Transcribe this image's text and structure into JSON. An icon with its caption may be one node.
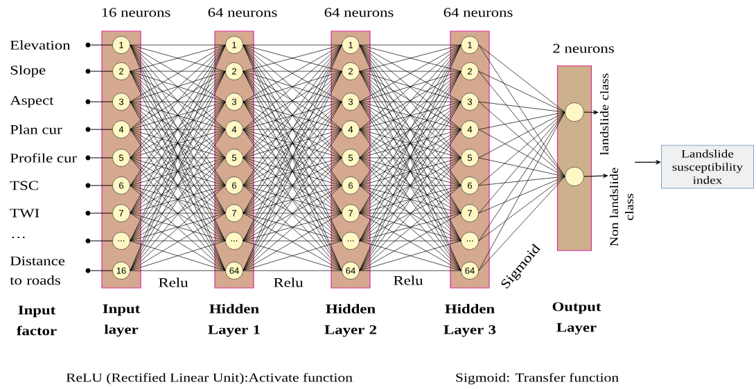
{
  "diagram": {
    "nodes": [
      {
        "text": [],
        "shape": "bar",
        "beside": [
          "16 neurons",
          "Input layer"
        ]
      },
      {
        "text": [
          "1"
        ],
        "in": 0
      },
      {
        "text": [
          "2"
        ],
        "in": 0
      },
      {
        "text": [
          "3"
        ],
        "in": 0
      },
      {
        "text": [
          "4"
        ],
        "in": 0
      },
      {
        "text": [
          "5"
        ],
        "in": 0
      },
      {
        "text": [
          "6"
        ],
        "in": 0
      },
      {
        "text": [
          "7"
        ],
        "in": 0
      },
      {
        "text": [
          "..."
        ],
        "in": 0
      },
      {
        "text": [
          "16"
        ],
        "in": 0
      },
      {
        "text": [],
        "shape": "bar",
        "beside": [
          "64 neurons",
          "Hidden Layer 1"
        ]
      },
      {
        "text": [
          "1"
        ],
        "in": 10
      },
      {
        "text": [
          "2"
        ],
        "in": 10
      },
      {
        "text": [
          "3"
        ],
        "in": 10
      },
      {
        "text": [
          "4"
        ],
        "in": 10
      },
      {
        "text": [
          "5"
        ],
        "in": 10
      },
      {
        "text": [
          "6"
        ],
        "in": 10
      },
      {
        "text": [
          "7"
        ],
        "in": 10
      },
      {
        "text": [
          "..."
        ],
        "in": 10
      },
      {
        "text": [
          "64"
        ],
        "in": 10
      },
      {
        "text": [],
        "shape": "bar",
        "beside": [
          "64 neurons",
          "Hidden Layer 2"
        ]
      },
      {
        "text": [
          "1"
        ],
        "in": 20
      },
      {
        "text": [
          "2"
        ],
        "in": 20
      },
      {
        "text": [
          "3"
        ],
        "in": 20
      },
      {
        "text": [
          "4"
        ],
        "in": 20
      },
      {
        "text": [
          "5"
        ],
        "in": 20
      },
      {
        "text": [
          "6"
        ],
        "in": 20
      },
      {
        "text": [
          "7"
        ],
        "in": 20
      },
      {
        "text": [
          "..."
        ],
        "in": 20
      },
      {
        "text": [
          "64"
        ],
        "in": 20
      },
      {
        "text": [],
        "shape": "bar",
        "beside": [
          "64 neurons",
          "Hidden Layer 3"
        ]
      },
      {
        "text": [
          "1"
        ],
        "in": 30
      },
      {
        "text": [
          "2"
        ],
        "in": 30
      },
      {
        "text": [
          "3"
        ],
        "in": 30
      },
      {
        "text": [
          "4"
        ],
        "in": 30
      },
      {
        "text": [
          "5"
        ],
        "in": 30
      },
      {
        "text": [
          "6"
        ],
        "in": 30
      },
      {
        "text": [
          "7"
        ],
        "in": 30
      },
      {
        "text": [
          "..."
        ],
        "in": 30
      },
      {
        "text": [
          "64"
        ],
        "in": 30
      },
      {
        "text": [],
        "shape": "bar",
        "beside": [
          "2 neurons",
          "Output Layer"
        ]
      },
      {
        "text": [],
        "shape": "circle",
        "in": 40
      },
      {
        "text": [],
        "shape": "circle",
        "in": 40
      },
      {
        "text": [],
        "shape": "dot",
        "beside": [
          "Elevation"
        ]
      },
      {
        "text": [],
        "shape": "dot",
        "beside": [
          "Slope"
        ]
      },
      {
        "text": [],
        "shape": "dot",
        "beside": [
          "Aspect"
        ]
      },
      {
        "text": [],
        "shape": "dot",
        "beside": [
          "Plan cur"
        ]
      },
      {
        "text": [],
        "shape": "dot",
        "beside": [
          "Profile cur"
        ]
      },
      {
        "text": [],
        "shape": "dot",
        "beside": [
          "TSC"
        ]
      },
      {
        "text": [],
        "shape": "dot",
        "beside": [
          "TWI"
        ]
      },
      {
        "text": [],
        "shape": "dot"
      },
      {
        "text": [],
        "shape": "dot",
        "beside": [
          "Distance to roads"
        ]
      },
      {
        "text": [
          "landslide class"
        ]
      },
      {
        "text": [
          "Non landslide class"
        ]
      },
      {
        "text": [
          "Landslide susceptibility index"
        ]
      }
    ],
    "edges": [
      {
        "from": 43,
        "to": 1,
        "arrow": "none"
      },
      {
        "from": 44,
        "to": 2,
        "arrow": "none"
      },
      {
        "from": 45,
        "to": 3,
        "arrow": "none"
      },
      {
        "from": 46,
        "to": 4,
        "arrow": "none"
      },
      {
        "from": 47,
        "to": 5,
        "arrow": "none"
      },
      {
        "from": 48,
        "to": 6,
        "arrow": "none"
      },
      {
        "from": 49,
        "to": 7,
        "arrow": "none"
      },
      {
        "from": 50,
        "to": 8,
        "arrow": "none"
      },
      {
        "from": 51,
        "to": 9,
        "arrow": "none"
      },
      {
        "from": 1,
        "to": 11,
        "arrow": "none"
      },
      {
        "from": 1,
        "to": 12,
        "arrow": "none"
      },
      {
        "from": 1,
        "to": 13,
        "arrow": "none"
      },
      {
        "from": 1,
        "to": 14,
        "arrow": "none"
      },
      {
        "from": 1,
        "to": 15,
        "arrow": "none"
      },
      {
        "from": 1,
        "to": 16,
        "arrow": "none"
      },
      {
        "from": 1,
        "to": 17,
        "arrow": "none"
      },
      {
        "from": 1,
        "to": 18,
        "arrow": "none"
      },
      {
        "from": 1,
        "to": 19,
        "arrow": "none"
      },
      {
        "from": 2,
        "to": 11,
        "arrow": "none"
      },
      {
        "from": 2,
        "to": 12,
        "arrow": "none"
      },
      {
        "from": 2,
        "to": 13,
        "arrow": "none"
      },
      {
        "from": 2,
        "to": 14,
        "arrow": "none"
      },
      {
        "from": 2,
        "to": 15,
        "arrow": "none"
      },
      {
        "from": 2,
        "to": 16,
        "arrow": "none"
      },
      {
        "from": 2,
        "to": 17,
        "arrow": "none"
      },
      {
        "from": 2,
        "to": 18,
        "arrow": "none"
      },
      {
        "from": 2,
        "to": 19,
        "arrow": "none"
      },
      {
        "from": 3,
        "to": 11,
        "arrow": "none"
      },
      {
        "from": 3,
        "to": 12,
        "arrow": "none"
      },
      {
        "from": 3,
        "to": 13,
        "arrow": "none"
      },
      {
        "from": 3,
        "to": 14,
        "arrow": "none"
      },
      {
        "from": 3,
        "to": 15,
        "arrow": "none"
      },
      {
        "from": 3,
        "to": 16,
        "arrow": "none"
      },
      {
        "from": 3,
        "to": 17,
        "arrow": "none"
      },
      {
        "from": 3,
        "to": 18,
        "arrow": "none"
      },
      {
        "from": 3,
        "to": 19,
        "arrow": "none"
      },
      {
        "from": 4,
        "to": 11,
        "arrow": "none"
      },
      {
        "from": 4,
        "to": 12,
        "arrow": "none"
      },
      {
        "from": 4,
        "to": 13,
        "arrow": "none"
      },
      {
        "from": 4,
        "to": 14,
        "arrow": "none"
      },
      {
        "from": 4,
        "to": 15,
        "arrow": "none"
      },
      {
        "from": 4,
        "to": 16,
        "arrow": "none"
      },
      {
        "from": 4,
        "to": 17,
        "arrow": "none"
      },
      {
        "from": 4,
        "to": 18,
        "arrow": "none"
      },
      {
        "from": 4,
        "to": 19,
        "arrow": "none"
      },
      {
        "from": 5,
        "to": 11,
        "arrow": "none"
      },
      {
        "from": 5,
        "to": 12,
        "arrow": "none"
      },
      {
        "from": 5,
        "to": 13,
        "arrow": "none"
      },
      {
        "from": 5,
        "to": 14,
        "arrow": "none"
      },
      {
        "from": 5,
        "to": 15,
        "arrow": "none"
      },
      {
        "from": 5,
        "to": 16,
        "arrow": "none"
      },
      {
        "from": 5,
        "to": 17,
        "arrow": "none"
      },
      {
        "from": 5,
        "to": 18,
        "arrow": "none"
      },
      {
        "from": 5,
        "to": 19,
        "arrow": "none"
      },
      {
        "from": 6,
        "to": 11,
        "arrow": "none"
      },
      {
        "from": 6,
        "to": 12,
        "arrow": "none"
      },
      {
        "from": 6,
        "to": 13,
        "arrow": "none"
      },
      {
        "from": 6,
        "to": 14,
        "arrow": "none"
      },
      {
        "from": 6,
        "to": 15,
        "arrow": "none"
      },
      {
        "from": 6,
        "to": 16,
        "arrow": "none"
      },
      {
        "from": 6,
        "to": 17,
        "arrow": "none"
      },
      {
        "from": 6,
        "to": 18,
        "arrow": "none"
      },
      {
        "from": 6,
        "to": 19,
        "arrow": "none"
      },
      {
        "from": 7,
        "to": 11,
        "arrow": "none"
      },
      {
        "from": 7,
        "to": 12,
        "arrow": "none"
      },
      {
        "from": 7,
        "to": 13,
        "arrow": "none"
      },
      {
        "from": 7,
        "to": 14,
        "arrow": "none"
      },
      {
        "from": 7,
        "to": 15,
        "arrow": "none"
      },
      {
        "from": 7,
        "to": 16,
        "arrow": "none"
      },
      {
        "from": 7,
        "to": 17,
        "arrow": "none"
      },
      {
        "from": 7,
        "to": 18,
        "arrow": "none"
      },
      {
        "from": 7,
        "to": 19,
        "arrow": "none"
      },
      {
        "from": 8,
        "to": 11,
        "arrow": "none"
      },
      {
        "from": 8,
        "to": 12,
        "arrow": "none"
      },
      {
        "from": 8,
        "to": 13,
        "arrow": "none"
      },
      {
        "from": 8,
        "to": 14,
        "arrow": "none"
      },
      {
        "from": 8,
        "to": 15,
        "arrow": "none"
      },
      {
        "from": 8,
        "to": 16,
        "arrow": "none"
      },
      {
        "from": 8,
        "to": 17,
        "arrow": "none"
      },
      {
        "from": 8,
        "to": 18,
        "arrow": "none"
      },
      {
        "from": 8,
        "to": 19,
        "arrow": "none"
      },
      {
        "from": 9,
        "to": 11,
        "arrow": "none"
      },
      {
        "from": 9,
        "to": 12,
        "arrow": "none"
      },
      {
        "from": 9,
        "to": 13,
        "arrow": "none"
      },
      {
        "from": 9,
        "to": 14,
        "arrow": "none"
      },
      {
        "from": 9,
        "to": 15,
        "arrow": "none"
      },
      {
        "from": 9,
        "to": 16,
        "arrow": "none"
      },
      {
        "from": 9,
        "to": 17,
        "arrow": "none"
      },
      {
        "from": 9,
        "to": 18,
        "arrow": "none"
      },
      {
        "from": 9,
        "to": 19,
        "arrow": "none"
      },
      {
        "from": 11,
        "to": 21,
        "arrow": "none"
      },
      {
        "from": 11,
        "to": 22,
        "arrow": "none"
      },
      {
        "from": 11,
        "to": 23,
        "arrow": "none"
      },
      {
        "from": 11,
        "to": 24,
        "arrow": "none"
      },
      {
        "from": 11,
        "to": 25,
        "arrow": "none"
      },
      {
        "from": 11,
        "to": 26,
        "arrow": "none"
      },
      {
        "from": 11,
        "to": 27,
        "arrow": "none"
      },
      {
        "from": 11,
        "to": 28,
        "arrow": "none"
      },
      {
        "from": 11,
        "to": 29,
        "arrow": "none"
      },
      {
        "from": 12,
        "to": 21,
        "arrow": "none"
      },
      {
        "from": 12,
        "to": 22,
        "arrow": "none"
      },
      {
        "from": 12,
        "to": 23,
        "arrow": "none"
      },
      {
        "from": 12,
        "to": 24,
        "arrow": "none"
      },
      {
        "from": 12,
        "to": 25,
        "arrow": "none"
      },
      {
        "from": 12,
        "to": 26,
        "arrow": "none"
      },
      {
        "from": 12,
        "to": 27,
        "arrow": "none"
      },
      {
        "from": 12,
        "to": 28,
        "arrow": "none"
      },
      {
        "from": 12,
        "to": 29,
        "arrow": "none"
      },
      {
        "from": 13,
        "to": 21,
        "arrow": "none"
      },
      {
        "from": 13,
        "to": 22,
        "arrow": "none"
      },
      {
        "from": 13,
        "to": 23,
        "arrow": "none"
      },
      {
        "from": 13,
        "to": 24,
        "arrow": "none"
      },
      {
        "from": 13,
        "to": 25,
        "arrow": "none"
      },
      {
        "from": 13,
        "to": 26,
        "arrow": "none"
      },
      {
        "from": 13,
        "to": 27,
        "arrow": "none"
      },
      {
        "from": 13,
        "to": 28,
        "arrow": "none"
      },
      {
        "from": 13,
        "to": 29,
        "arrow": "none"
      },
      {
        "from": 14,
        "to": 21,
        "arrow": "none"
      },
      {
        "from": 14,
        "to": 22,
        "arrow": "none"
      },
      {
        "from": 14,
        "to": 23,
        "arrow": "none"
      },
      {
        "from": 14,
        "to": 24,
        "arrow": "none"
      },
      {
        "from": 14,
        "to": 25,
        "arrow": "none"
      },
      {
        "from": 14,
        "to": 26,
        "arrow": "none"
      },
      {
        "from": 14,
        "to": 27,
        "arrow": "none"
      },
      {
        "from": 14,
        "to": 28,
        "arrow": "none"
      },
      {
        "from": 14,
        "to": 29,
        "arrow": "none"
      },
      {
        "from": 15,
        "to": 21,
        "arrow": "none"
      },
      {
        "from": 15,
        "to": 22,
        "arrow": "none"
      },
      {
        "from": 15,
        "to": 23,
        "arrow": "none"
      },
      {
        "from": 15,
        "to": 24,
        "arrow": "none"
      },
      {
        "from": 15,
        "to": 25,
        "arrow": "none"
      },
      {
        "from": 15,
        "to": 26,
        "arrow": "none"
      },
      {
        "from": 15,
        "to": 27,
        "arrow": "none"
      },
      {
        "from": 15,
        "to": 28,
        "arrow": "none"
      },
      {
        "from": 15,
        "to": 29,
        "arrow": "none"
      },
      {
        "from": 16,
        "to": 21,
        "arrow": "none"
      },
      {
        "from": 16,
        "to": 22,
        "arrow": "none"
      },
      {
        "from": 16,
        "to": 23,
        "arrow": "none"
      },
      {
        "from": 16,
        "to": 24,
        "arrow": "none"
      },
      {
        "from": 16,
        "to": 25,
        "arrow": "none"
      },
      {
        "from": 16,
        "to": 26,
        "arrow": "none"
      },
      {
        "from": 16,
        "to": 27,
        "arrow": "none"
      },
      {
        "from": 16,
        "to": 28,
        "arrow": "none"
      },
      {
        "from": 16,
        "to": 29,
        "arrow": "none"
      },
      {
        "from": 17,
        "to": 21,
        "arrow": "none"
      },
      {
        "from": 17,
        "to": 22,
        "arrow": "none"
      },
      {
        "from": 17,
        "to": 23,
        "arrow": "none"
      },
      {
        "from": 17,
        "to": 24,
        "arrow": "none"
      },
      {
        "from": 17,
        "to": 25,
        "arrow": "none"
      },
      {
        "from": 17,
        "to": 26,
        "arrow": "none"
      },
      {
        "from": 17,
        "to": 27,
        "arrow": "none"
      },
      {
        "from": 17,
        "to": 28,
        "arrow": "none"
      },
      {
        "from": 17,
        "to": 29,
        "arrow": "none"
      },
      {
        "from": 18,
        "to": 21,
        "arrow": "none"
      },
      {
        "from": 18,
        "to": 22,
        "arrow": "none"
      },
      {
        "from": 18,
        "to": 23,
        "arrow": "none"
      },
      {
        "from": 18,
        "to": 24,
        "arrow": "none"
      },
      {
        "from": 18,
        "to": 25,
        "arrow": "none"
      },
      {
        "from": 18,
        "to": 26,
        "arrow": "none"
      },
      {
        "from": 18,
        "to": 27,
        "arrow": "none"
      },
      {
        "from": 18,
        "to": 28,
        "arrow": "none"
      },
      {
        "from": 18,
        "to": 29,
        "arrow": "none"
      },
      {
        "from": 19,
        "to": 21,
        "arrow": "none"
      },
      {
        "from": 19,
        "to": 22,
        "arrow": "none"
      },
      {
        "from": 19,
        "to": 23,
        "arrow": "none"
      },
      {
        "from": 19,
        "to": 24,
        "arrow": "none"
      },
      {
        "from": 19,
        "to": 25,
        "arrow": "none"
      },
      {
        "from": 19,
        "to": 26,
        "arrow": "none"
      },
      {
        "from": 19,
        "to": 27,
        "arrow": "none"
      },
      {
        "from": 19,
        "to": 28,
        "arrow": "none"
      },
      {
        "from": 19,
        "to": 29,
        "arrow": "none"
      },
      {
        "from": 21,
        "to": 31,
        "arrow": "none"
      },
      {
        "from": 21,
        "to": 32,
        "arrow": "none"
      },
      {
        "from": 21,
        "to": 33,
        "arrow": "none"
      },
      {
        "from": 21,
        "to": 34,
        "arrow": "none"
      },
      {
        "from": 21,
        "to": 35,
        "arrow": "none"
      },
      {
        "from": 21,
        "to": 36,
        "arrow": "none"
      },
      {
        "from": 21,
        "to": 37,
        "arrow": "none"
      },
      {
        "from": 21,
        "to": 38,
        "arrow": "none"
      },
      {
        "from": 21,
        "to": 39,
        "arrow": "none"
      },
      {
        "from": 22,
        "to": 31,
        "arrow": "none"
      },
      {
        "from": 22,
        "to": 32,
        "arrow": "none"
      },
      {
        "from": 22,
        "to": 33,
        "arrow": "none"
      },
      {
        "from": 22,
        "to": 34,
        "arrow": "none"
      },
      {
        "from": 22,
        "to": 35,
        "arrow": "none"
      },
      {
        "from": 22,
        "to": 36,
        "arrow": "none"
      },
      {
        "from": 22,
        "to": 37,
        "arrow": "none"
      },
      {
        "from": 22,
        "to": 38,
        "arrow": "none"
      },
      {
        "from": 22,
        "to": 39,
        "arrow": "none"
      },
      {
        "from": 23,
        "to": 31,
        "arrow": "none"
      },
      {
        "from": 23,
        "to": 32,
        "arrow": "none"
      },
      {
        "from": 23,
        "to": 33,
        "arrow": "none"
      },
      {
        "from": 23,
        "to": 34,
        "arrow": "none"
      },
      {
        "from": 23,
        "to": 35,
        "arrow": "none"
      },
      {
        "from": 23,
        "to": 36,
        "arrow": "none"
      },
      {
        "from": 23,
        "to": 37,
        "arrow": "none"
      },
      {
        "from": 23,
        "to": 38,
        "arrow": "none"
      },
      {
        "from": 23,
        "to": 39,
        "arrow": "none"
      },
      {
        "from": 24,
        "to": 31,
        "arrow": "none"
      },
      {
        "from": 24,
        "to": 32,
        "arrow": "none"
      },
      {
        "from": 24,
        "to": 33,
        "arrow": "none"
      },
      {
        "from": 24,
        "to": 34,
        "arrow": "none"
      },
      {
        "from": 24,
        "to": 35,
        "arrow": "none"
      },
      {
        "from": 24,
        "to": 36,
        "arrow": "none"
      },
      {
        "from": 24,
        "to": 37,
        "arrow": "none"
      },
      {
        "from": 24,
        "to": 38,
        "arrow": "none"
      },
      {
        "from": 24,
        "to": 39,
        "arrow": "none"
      },
      {
        "from": 25,
        "to": 31,
        "arrow": "none"
      },
      {
        "from": 25,
        "to": 32,
        "arrow": "none"
      },
      {
        "from": 25,
        "to": 33,
        "arrow": "none"
      },
      {
        "from": 25,
        "to": 34,
        "arrow": "none"
      },
      {
        "from": 25,
        "to": 35,
        "arrow": "none"
      },
      {
        "from": 25,
        "to": 36,
        "arrow": "none"
      },
      {
        "from": 25,
        "to": 37,
        "arrow": "none"
      },
      {
        "from": 25,
        "to": 38,
        "arrow": "none"
      },
      {
        "from": 25,
        "to": 39,
        "arrow": "none"
      },
      {
        "from": 26,
        "to": 31,
        "arrow": "none"
      },
      {
        "from": 26,
        "to": 32,
        "arrow": "none"
      },
      {
        "from": 26,
        "to": 33,
        "arrow": "none"
      },
      {
        "from": 26,
        "to": 34,
        "arrow": "none"
      },
      {
        "from": 26,
        "to": 35,
        "arrow": "none"
      },
      {
        "from": 26,
        "to": 36,
        "arrow": "none"
      },
      {
        "from": 26,
        "to": 37,
        "arrow": "none"
      },
      {
        "from": 26,
        "to": 38,
        "arrow": "none"
      },
      {
        "from": 26,
        "to": 39,
        "arrow": "none"
      },
      {
        "from": 27,
        "to": 31,
        "arrow": "none"
      },
      {
        "from": 27,
        "to": 32,
        "arrow": "none"
      },
      {
        "from": 27,
        "to": 33,
        "arrow": "none"
      },
      {
        "from": 27,
        "to": 34,
        "arrow": "none"
      },
      {
        "from": 27,
        "to": 35,
        "arrow": "none"
      },
      {
        "from": 27,
        "to": 36,
        "arrow": "none"
      },
      {
        "from": 27,
        "to": 37,
        "arrow": "none"
      },
      {
        "from": 27,
        "to": 38,
        "arrow": "none"
      },
      {
        "from": 27,
        "to": 39,
        "arrow": "none"
      },
      {
        "from": 28,
        "to": 31,
        "arrow": "none"
      },
      {
        "from": 28,
        "to": 32,
        "arrow": "none"
      },
      {
        "from": 28,
        "to": 33,
        "arrow": "none"
      },
      {
        "from": 28,
        "to": 34,
        "arrow": "none"
      },
      {
        "from": 28,
        "to": 35,
        "arrow": "none"
      },
      {
        "from": 28,
        "to": 36,
        "arrow": "none"
      },
      {
        "from": 28,
        "to": 37,
        "arrow": "none"
      },
      {
        "from": 28,
        "to": 38,
        "arrow": "none"
      },
      {
        "from": 28,
        "to": 39,
        "arrow": "none"
      },
      {
        "from": 29,
        "to": 31,
        "arrow": "none"
      },
      {
        "from": 29,
        "to": 32,
        "arrow": "none"
      },
      {
        "from": 29,
        "to": 33,
        "arrow": "none"
      },
      {
        "from": 29,
        "to": 34,
        "arrow": "none"
      },
      {
        "from": 29,
        "to": 35,
        "arrow": "none"
      },
      {
        "from": 29,
        "to": 36,
        "arrow": "none"
      },
      {
        "from": 29,
        "to": 37,
        "arrow": "none"
      },
      {
        "from": 29,
        "to": 38,
        "arrow": "none"
      },
      {
        "from": 29,
        "to": 39,
        "arrow": "none"
      },
      {
        "from": 31,
        "to": 41,
        "arrow": "none"
      },
      {
        "from": 31,
        "to": 42,
        "arrow": "none"
      },
      {
        "from": 32,
        "to": 41,
        "arrow": "none"
      },
      {
        "from": 32,
        "to": 42,
        "arrow": "none"
      },
      {
        "from": 33,
        "to": 41,
        "arrow": "none"
      },
      {
        "from": 33,
        "to": 42,
        "arrow": "none"
      },
      {
        "from": 34,
        "to": 41,
        "arrow": "none"
      },
      {
        "from": 34,
        "to": 42,
        "arrow": "none"
      },
      {
        "from": 35,
        "to": 41,
        "arrow": "none"
      },
      {
        "from": 35,
        "to": 42,
        "arrow": "none"
      },
      {
        "from": 36,
        "to": 41,
        "arrow": "none"
      },
      {
        "from": 36,
        "to": 42,
        "arrow": "none"
      },
      {
        "from": 37,
        "to": 41,
        "arrow": "none"
      },
      {
        "from": 37,
        "to": 42,
        "arrow": "none"
      },
      {
        "from": 38,
        "to": 41,
        "arrow": "none"
      },
      {
        "from": 38,
        "to": 42,
        "arrow": "none"
      },
      {
        "from": 39,
        "to": 41,
        "arrow": "none"
      },
      {
        "from": 39,
        "to": 42,
        "arrow": "none"
      },
      {
        "from": 41,
        "to": 52,
        "arrow": "to"
      },
      {
        "from": 42,
        "to": 53,
        "arrow": "to"
      },
      {
        "from": 53,
        "to": 54,
        "arrow": "to"
      }
    ],
    "labels": [
      "…",
      "Input factor",
      "Relu",
      "Relu",
      "Relu",
      "Sigmoid",
      "ReLU (Rectified Linear Unit):Activate function",
      "Sigmoid: Transfer function"
    ]
  }
}
